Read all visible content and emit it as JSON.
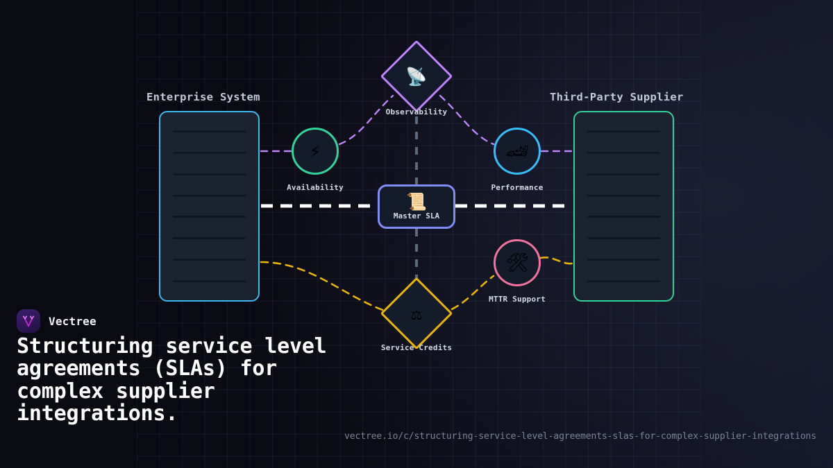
{
  "background": {
    "base_color": "#0a0a12",
    "gradient_accent": "#14162a",
    "grid_color": "#7896d2"
  },
  "diagram": {
    "columns": [
      {
        "name": "left",
        "title": "Enterprise System",
        "border_color": "#3fb8f0",
        "placeholder_lines": 8
      },
      {
        "name": "right",
        "title": "Third-Party Supplier",
        "border_color": "#34d399",
        "placeholder_lines": 8
      }
    ],
    "nodes": [
      {
        "id": "observability",
        "label": "Observability",
        "shape": "diamond",
        "icon": "satellite-dish-icon",
        "glyph": "📡",
        "color": "#c084fc"
      },
      {
        "id": "availability",
        "label": "Availability",
        "shape": "circle",
        "icon": "lightning-bolt-icon",
        "glyph": "⚡",
        "color": "#34d399"
      },
      {
        "id": "performance",
        "label": "Performance",
        "shape": "circle",
        "icon": "racing-car-icon",
        "glyph": "🏎",
        "color": "#38bdf8"
      },
      {
        "id": "master-sla",
        "label": "Master SLA",
        "shape": "rect",
        "icon": "scroll-icon",
        "glyph": "📜",
        "color": "#818cf8"
      },
      {
        "id": "mttr-support",
        "label": "MTTR Support",
        "shape": "circle",
        "icon": "hammer-and-wrench-icon",
        "glyph": "🛠",
        "color": "#f472a0"
      },
      {
        "id": "service-credits",
        "label": "Service Credits",
        "shape": "diamond",
        "icon": "balance-scale-icon",
        "glyph": "⚖",
        "color": "#eab308"
      }
    ],
    "edges": [
      {
        "from": "enterprise-panel",
        "to": "availability",
        "style": "dashed-curve",
        "color": "#c084fc"
      },
      {
        "from": "availability",
        "to": "observability",
        "style": "dashed-curve",
        "color": "#c084fc"
      },
      {
        "from": "observability",
        "to": "performance",
        "style": "dashed-curve",
        "color": "#c084fc"
      },
      {
        "from": "performance",
        "to": "supplier-panel",
        "style": "dashed-curve",
        "color": "#c084fc"
      },
      {
        "from": "observability",
        "to": "master-sla",
        "style": "dashed-vertical",
        "color": "#64748b"
      },
      {
        "from": "master-sla",
        "to": "service-credits",
        "style": "dashed-vertical",
        "color": "#64748b"
      },
      {
        "from": "enterprise-panel",
        "to": "supplier-panel",
        "style": "dashed-horizontal",
        "color": "#ffffff"
      },
      {
        "from": "enterprise-panel",
        "to": "service-credits",
        "style": "dashed-curve",
        "color": "#eab308"
      },
      {
        "from": "service-credits",
        "to": "mttr-support",
        "style": "dashed-curve",
        "color": "#eab308"
      },
      {
        "from": "mttr-support",
        "to": "supplier-panel",
        "style": "dashed-curve",
        "color": "#eab308"
      }
    ]
  },
  "footer": {
    "brand_name": "Vectree",
    "logo_icon": "vectree-tree-logo-icon",
    "headline": "Structuring service level agreements (SLAs) for complex supplier integrations.",
    "url": "vectree.io/c/structuring-service-level-agreements-slas-for-complex-supplier-integrations"
  }
}
